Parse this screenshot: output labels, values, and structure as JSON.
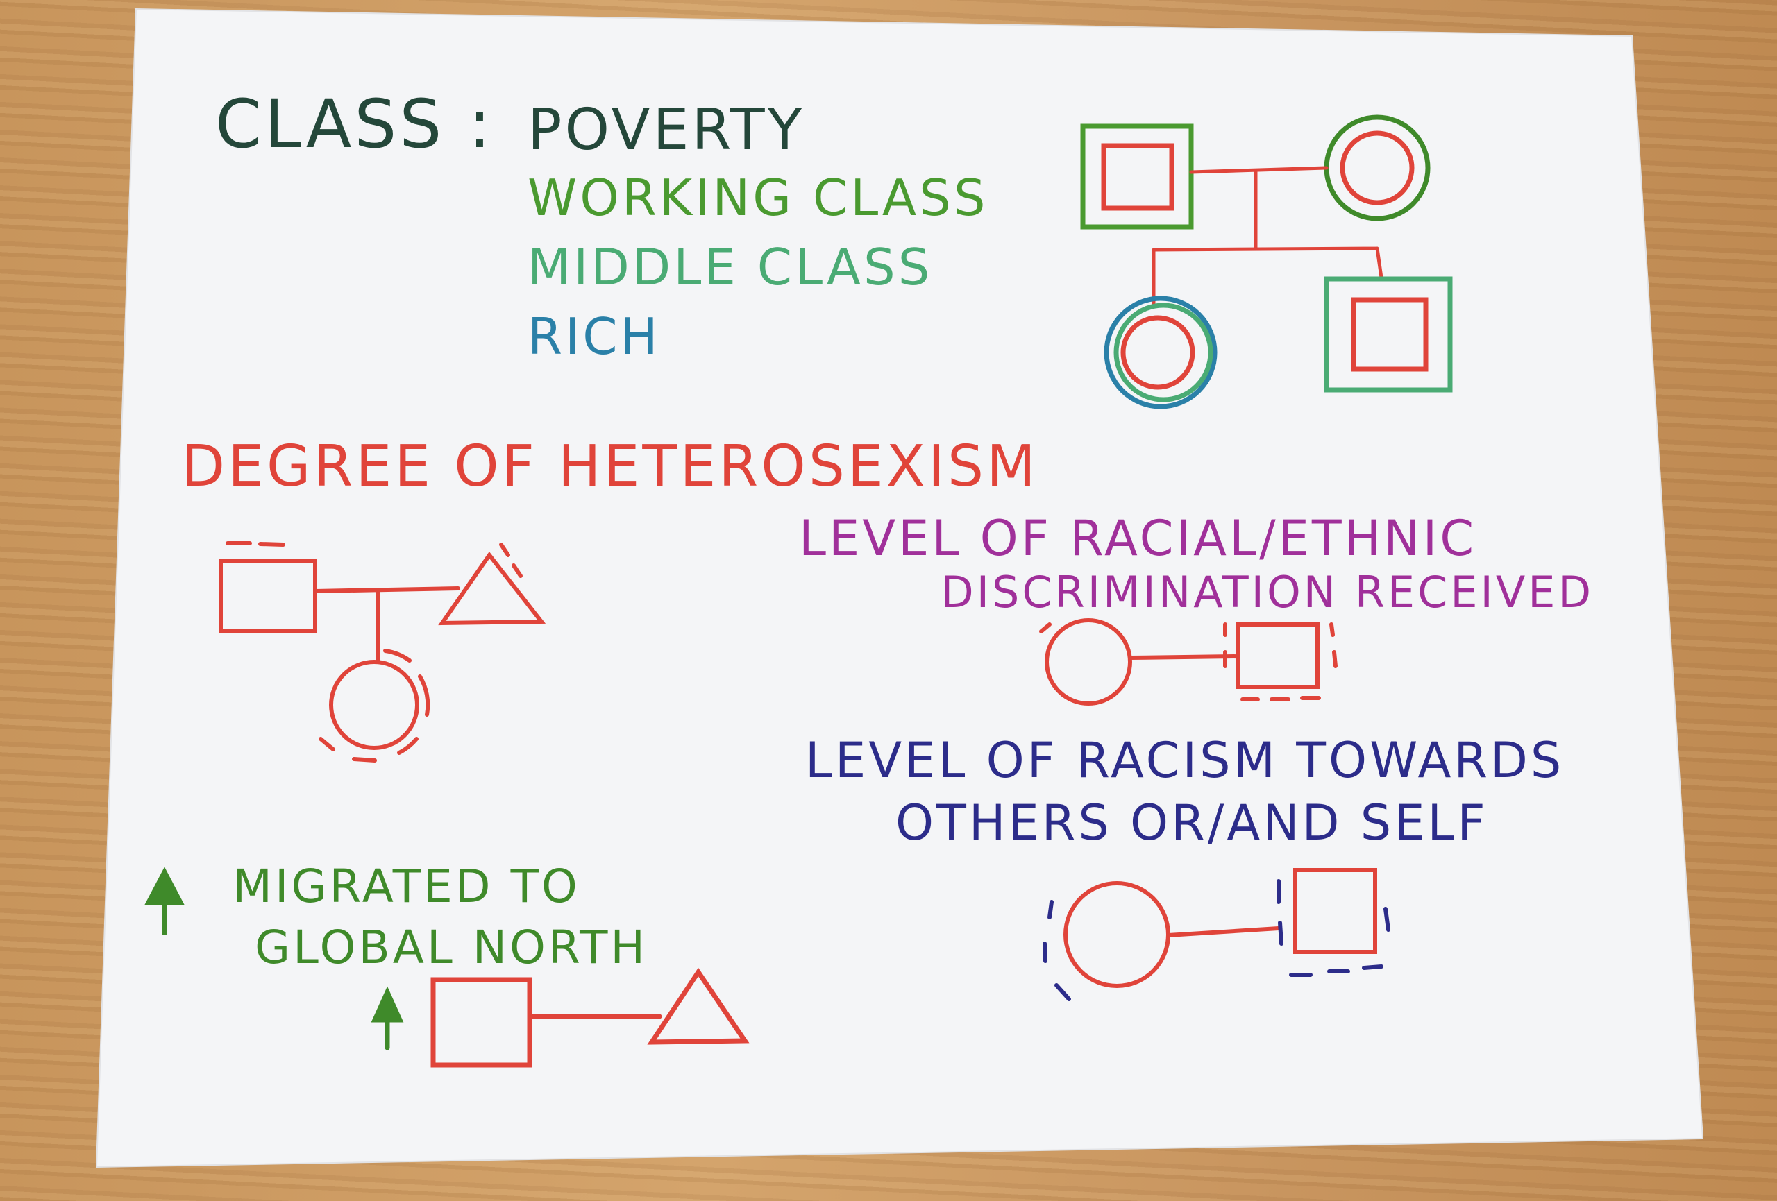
{
  "class_section": {
    "heading": "CLASS :",
    "levels": [
      {
        "label": "POVERTY",
        "color": "#24473a"
      },
      {
        "label": "WORKING CLASS",
        "color": "#4a9a30"
      },
      {
        "label": "MIDDLE CLASS",
        "color": "#4aab74"
      },
      {
        "label": "RICH",
        "color": "#2a80a8"
      }
    ]
  },
  "heterosexism": {
    "label": "DEGREE OF HETEROSEXISM",
    "color": "#e0443a"
  },
  "racial_discrimination": {
    "line1": "LEVEL OF RACIAL/ETHNIC",
    "line2": "DISCRIMINATION RECEIVED",
    "color": "#a0309a"
  },
  "racism": {
    "line1": "LEVEL OF RACISM TOWARDS",
    "line2": "OTHERS OR/AND SELF",
    "color": "#2c2c8a"
  },
  "migration": {
    "line1": "MIGRATED TO",
    "line2": "GLOBAL NORTH",
    "color": "#3f8a2a"
  },
  "colors": {
    "symbol": "#e0443a",
    "paper": "#f6f7f8",
    "ink_dark": "#24473a"
  }
}
